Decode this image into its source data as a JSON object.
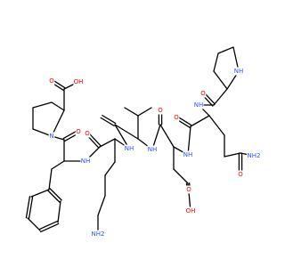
{
  "colors": {
    "bond": "#000000",
    "O": "#ff0000",
    "N": "#3050f8"
  },
  "atoms": {
    "acid_O": {
      "text": "O",
      "color": "O"
    },
    "acid_OH": {
      "text": "OH",
      "color": "O"
    },
    "pro_N": {
      "text": "N",
      "color": "N"
    },
    "pro_CO_O": {
      "text": "O",
      "color": "O"
    },
    "phe_NH": {
      "text": "NH",
      "color": "N"
    },
    "phe_O": {
      "text": "O",
      "color": "O"
    },
    "lys_NH": {
      "text": "NH",
      "color": "N"
    },
    "lys_NH2": {
      "text": "NH2",
      "color": "N"
    },
    "val_O": {
      "text": "O",
      "color": "O"
    },
    "val_NH": {
      "text": "NH",
      "color": "N"
    },
    "asp_O": {
      "text": "O",
      "color": "O"
    },
    "asp_NH": {
      "text": "NH",
      "color": "N"
    },
    "asp_side_O": {
      "text": "O",
      "color": "O"
    },
    "asp_OH": {
      "text": "OH",
      "color": "O"
    },
    "gln_O": {
      "text": "O",
      "color": "O"
    },
    "gln_NH": {
      "text": "NH",
      "color": "N"
    },
    "gln_NH2": {
      "text": "NH2",
      "color": "N"
    },
    "gln_side_O": {
      "text": "O",
      "color": "O"
    },
    "pro2_O": {
      "text": "O",
      "color": "O"
    },
    "pro2_NH": {
      "text": "NH",
      "color": "N"
    }
  }
}
